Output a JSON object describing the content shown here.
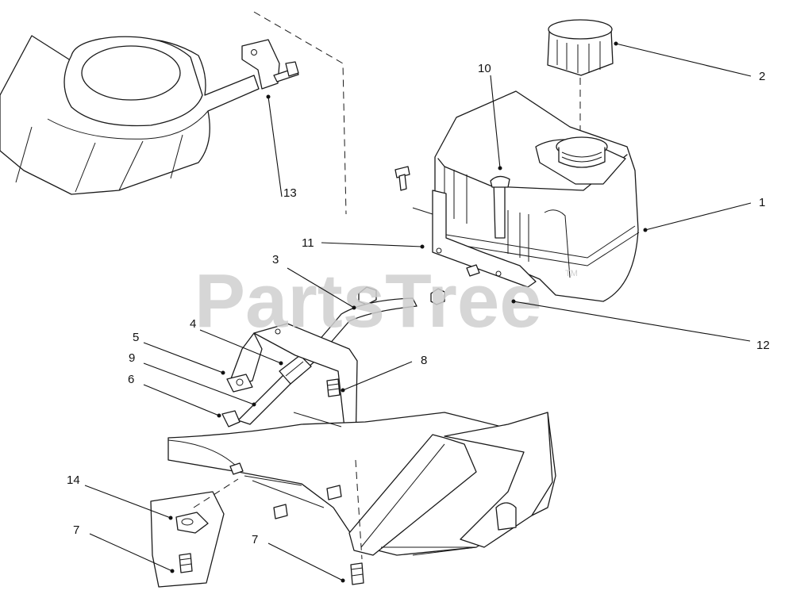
{
  "watermark": {
    "text": "PartsTree",
    "tm": "TM"
  },
  "callouts": [
    {
      "id": "c1",
      "label": "1"
    },
    {
      "id": "c2",
      "label": "2"
    },
    {
      "id": "c3",
      "label": "3"
    },
    {
      "id": "c4",
      "label": "4"
    },
    {
      "id": "c5",
      "label": "5"
    },
    {
      "id": "c6",
      "label": "6"
    },
    {
      "id": "c7a",
      "label": "7"
    },
    {
      "id": "c7b",
      "label": "7"
    },
    {
      "id": "c8",
      "label": "8"
    },
    {
      "id": "c9",
      "label": "9"
    },
    {
      "id": "c10",
      "label": "10"
    },
    {
      "id": "c11",
      "label": "11"
    },
    {
      "id": "c12",
      "label": "12"
    },
    {
      "id": "c13",
      "label": "13"
    },
    {
      "id": "c14",
      "label": "14"
    }
  ]
}
